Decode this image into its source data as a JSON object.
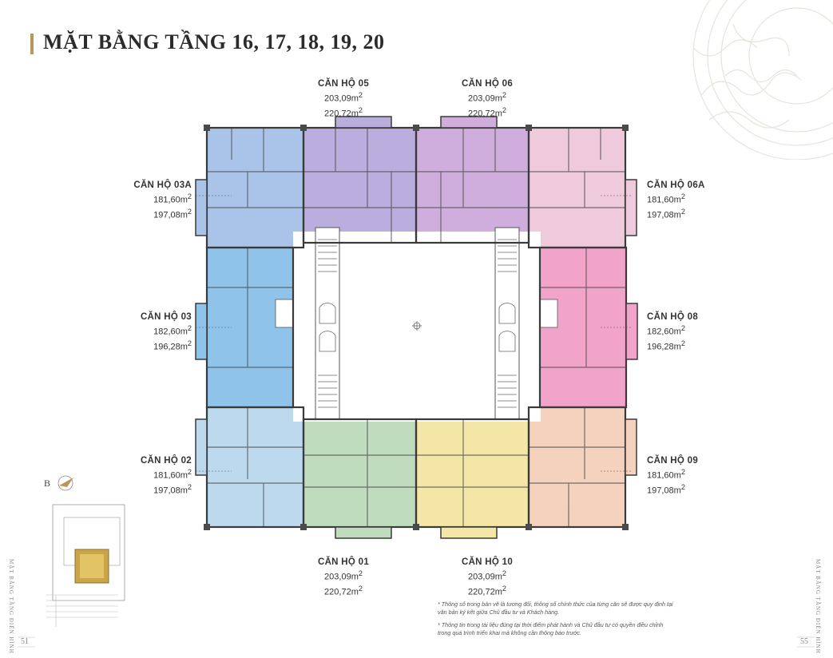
{
  "title": "MẶT BẰNG TẦNG 16, 17, 18, 19, 20",
  "units": [
    {
      "id": "05",
      "name": "CĂN HỘ 05",
      "area1": "203,09m",
      "area2": "220,72m",
      "sup": "2"
    },
    {
      "id": "06",
      "name": "CĂN HỘ 06",
      "area1": "203,09m",
      "area2": "220,72m",
      "sup": "2"
    },
    {
      "id": "03A",
      "name": "CĂN HỘ 03A",
      "area1": "181,60m",
      "area2": "197,08m",
      "sup": "2"
    },
    {
      "id": "06A",
      "name": "CĂN HỘ 06A",
      "area1": "181,60m",
      "area2": "197,08m",
      "sup": "2"
    },
    {
      "id": "03",
      "name": "CĂN HỘ 03",
      "area1": "182,60m",
      "area2": "196,28m",
      "sup": "2"
    },
    {
      "id": "08",
      "name": "CĂN HỘ 08",
      "area1": "182,60m",
      "area2": "196,28m",
      "sup": "2"
    },
    {
      "id": "02",
      "name": "CĂN HỘ 02",
      "area1": "181,60m",
      "area2": "197,08m",
      "sup": "2"
    },
    {
      "id": "09",
      "name": "CĂN HỘ 09",
      "area1": "181,60m",
      "area2": "197,08m",
      "sup": "2"
    },
    {
      "id": "01",
      "name": "CĂN HỘ 01",
      "area1": "203,09m",
      "area2": "220,72m",
      "sup": "2"
    },
    {
      "id": "10",
      "name": "CĂN HỘ 10",
      "area1": "203,09m",
      "area2": "220,72m",
      "sup": "2"
    }
  ],
  "colors": {
    "accent": "#b9975b",
    "u03A": "#a9c4e8",
    "u05": "#b9aedd",
    "u06": "#cfaedd",
    "u06A": "#efc9dc",
    "u03": "#8fc3ea",
    "u08": "#f2a3c9",
    "u02": "#bcd9ee",
    "u01": "#bfdcbf",
    "u10": "#f3e6a6",
    "u09": "#f4d2be"
  },
  "compass": {
    "letter": "B"
  },
  "notes": [
    "* Thông số trong bản vẽ là tương đối, thông số chính thức của từng căn sẽ được quy định tại văn bản ký kết giữa Chủ đầu tư và Khách hàng.",
    "* Thông tin trong tài liệu đúng tại thời điểm phát hành và Chủ đầu tư có quyền điều chỉnh trong quá trình triển khai mà không cần thông báo trước."
  ],
  "side_text": "MẶT BẰNG TẦNG ĐIỂN HÌNH",
  "page_left": "51",
  "page_right": "55"
}
